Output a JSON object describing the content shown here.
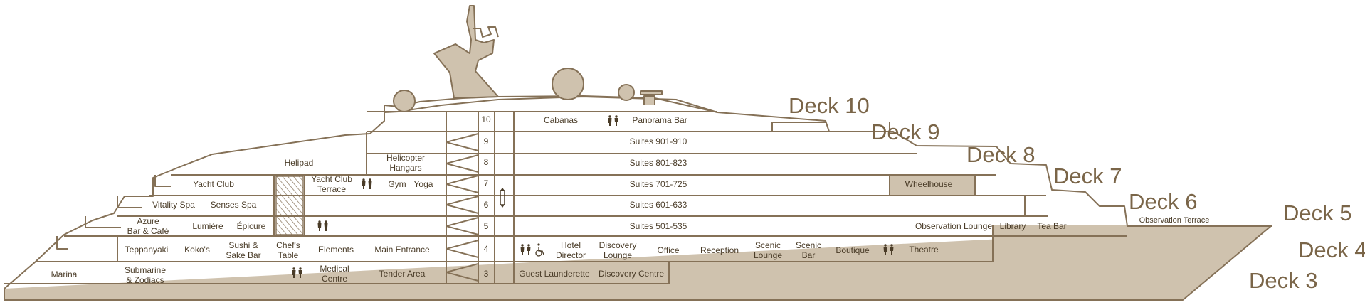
{
  "colors": {
    "outline": "#857157",
    "hull": "#cfc2ae",
    "text": "#4a3c28",
    "deck_label": "#7a6548",
    "background": "#ffffff"
  },
  "deck_labels": {
    "d10": "Deck 10",
    "d9": "Deck 9",
    "d8": "Deck 8",
    "d7": "Deck 7",
    "d6": "Deck 6",
    "d5": "Deck 5",
    "d4": "Deck 4",
    "d3": "Deck 3"
  },
  "deck_numbers": {
    "n10": "10",
    "n9": "9",
    "n8": "8",
    "n7": "7",
    "n6": "6",
    "n5": "5",
    "n4": "4",
    "n3": "3"
  },
  "deck10": {
    "cabanas": "Cabanas",
    "panorama_bar": "Panorama Bar"
  },
  "deck9": {
    "suites": "Suites 901-910"
  },
  "deck8": {
    "helipad": "Helipad",
    "hangars_1": "Helicopter",
    "hangars_2": "Hangars",
    "suites": "Suites 801-823"
  },
  "deck7": {
    "yacht_club": "Yacht Club",
    "terrace_1": "Yacht Club",
    "terrace_2": "Terrace",
    "gym": "Gym",
    "yoga": "Yoga",
    "suites": "Suites 701-725",
    "wheelhouse": "Wheelhouse"
  },
  "deck6": {
    "vitality_spa": "Vitality Spa",
    "senses_spa": "Senses Spa",
    "suites": "Suites 601-633"
  },
  "deck5": {
    "azure_1": "Azure",
    "azure_2": "Bar & Café",
    "lumiere": "Lumière",
    "epicure": "Épicure",
    "suites": "Suites 501-535",
    "observation_lounge": "Observation Lounge",
    "library": "Library",
    "tea_bar": "Tea Bar",
    "observation_terrace": "Observation Terrace"
  },
  "deck4": {
    "teppanyaki": "Teppanyaki",
    "kokos": "Koko's",
    "sushi_1": "Sushi &",
    "sushi_2": "Sake Bar",
    "chefs_1": "Chef's",
    "chefs_2": "Table",
    "elements": "Elements",
    "main_entrance": "Main Entrance",
    "hotel_1": "Hotel",
    "hotel_2": "Director",
    "discovery_1": "Discovery",
    "discovery_2": "Lounge",
    "office": "Office",
    "reception": "Reception",
    "scenic_lounge_1": "Scenic",
    "scenic_lounge_2": "Lounge",
    "scenic_bar_1": "Scenic",
    "scenic_bar_2": "Bar",
    "boutique": "Boutique",
    "theatre": "Theatre"
  },
  "deck3": {
    "marina": "Marina",
    "submarine_1": "Submarine",
    "submarine_2": "& Zodiacs",
    "medical_1": "Medical",
    "medical_2": "Centre",
    "tender_area": "Tender Area",
    "launderette": "Guest Launderette",
    "discovery_centre": "Discovery Centre"
  },
  "icons": {
    "restroom": "restroom-icon",
    "accessible": "wheelchair-icon",
    "elevator": "elevator-icon"
  }
}
